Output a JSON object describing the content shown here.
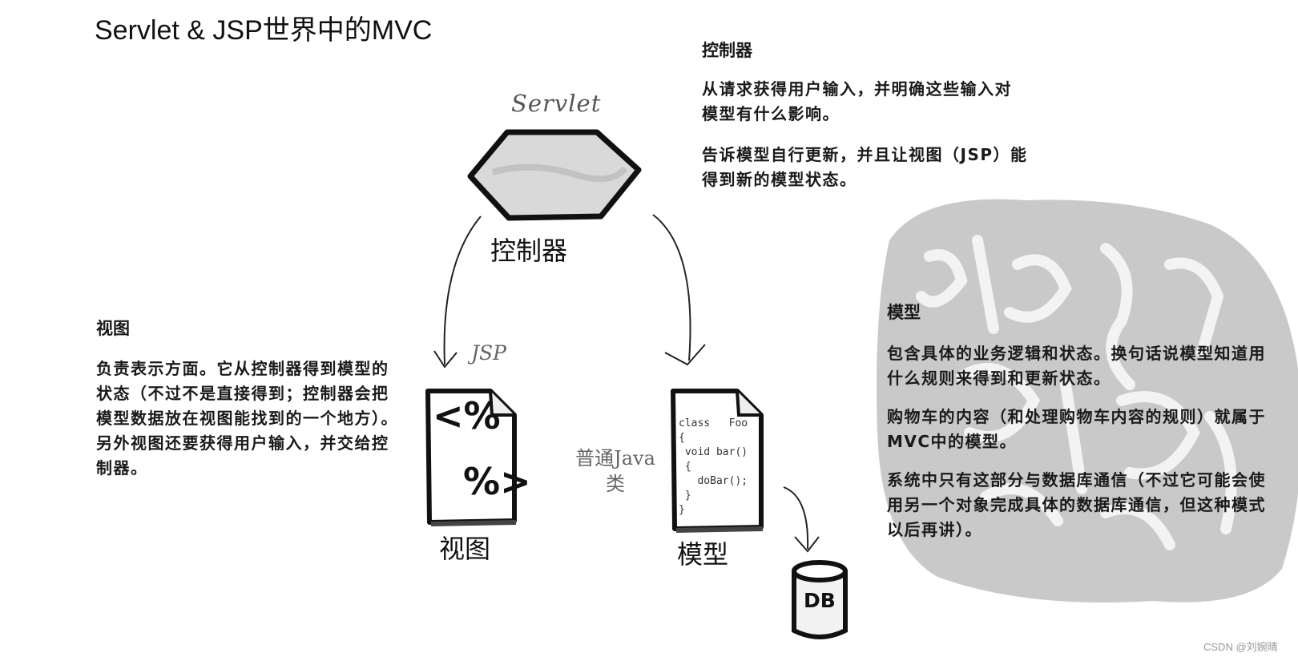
{
  "title": "Servlet & JSP世界中的MVC",
  "controller": {
    "label": "控制器",
    "image_caption": "Servlet",
    "heading": "控制器",
    "para1": "从请求获得用户输入，并明确这些输入对模型有什么影响。",
    "para2": "告诉模型自行更新，并且让视图（JSP）能得到新的模型状态。"
  },
  "view": {
    "label": "视图",
    "image_caption": "JSP",
    "jsp_open": "<%",
    "jsp_close": "%>",
    "heading": "视图",
    "para": "负责表示方面。它从控制器得到模型的状态（不过不是直接得到；控制器会把模型数据放在视图能找到的一个地方）。另外视图还要获得用户输入，并交给控制器。"
  },
  "model": {
    "label": "模型",
    "side_caption": "普通Java类",
    "code": "class   Foo\n{\n void bar()\n {\n   doBar();\n }\n}",
    "heading": "模型",
    "para1": "包含具体的业务逻辑和状态。换句话说模型知道用什么规则来得到和更新状态。",
    "para2": "购物车的内容（和处理购物车内容的规则）就属于MVC中的模型。",
    "para3": "系统中只有这部分与数据库通信（不过它可能会使用另一个对象完成具体的数据库通信，但这种模式以后再讲）。"
  },
  "database": {
    "label": "DB"
  },
  "watermark": "CSDN @刘婉晴"
}
